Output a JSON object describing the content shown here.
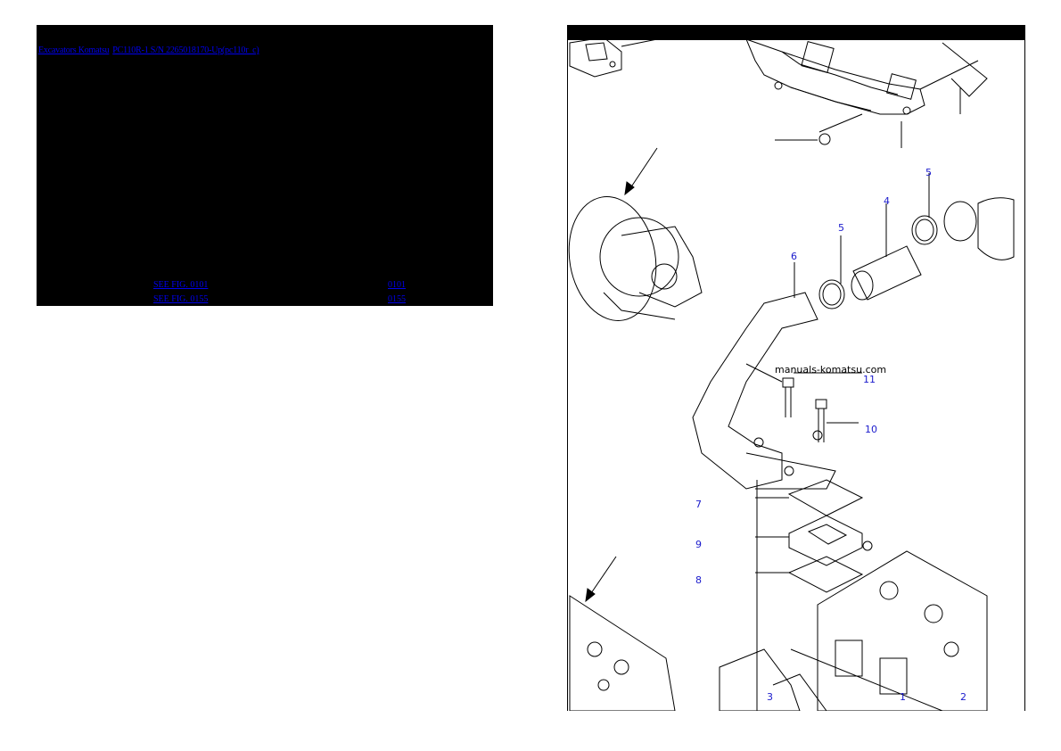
{
  "info_panel": {
    "breadcrumb": {
      "category": "Excavators Komatsu",
      "model": "PC110R-1 S/N 2265018170-Up(pc110r_c)"
    },
    "references": [
      {
        "see_label": "SEE FIG. 0101",
        "fig_number": "0101"
      },
      {
        "see_label": "SEE FIG. 0155",
        "fig_number": "0155"
      }
    ]
  },
  "diagram": {
    "watermark": "manuals-komatsu.com",
    "callouts": [
      {
        "id": "1",
        "label": "1"
      },
      {
        "id": "2",
        "label": "2"
      },
      {
        "id": "3",
        "label": "3"
      },
      {
        "id": "4",
        "label": "4"
      },
      {
        "id": "5a",
        "label": "5"
      },
      {
        "id": "5b",
        "label": "5"
      },
      {
        "id": "6",
        "label": "6"
      },
      {
        "id": "7",
        "label": "7"
      },
      {
        "id": "8",
        "label": "8"
      },
      {
        "id": "9",
        "label": "9"
      },
      {
        "id": "10",
        "label": "10"
      },
      {
        "id": "11",
        "label": "11"
      }
    ],
    "colors": {
      "callout": "#1a1acc",
      "link": "#0000ee",
      "panel_bg": "#000000"
    }
  }
}
